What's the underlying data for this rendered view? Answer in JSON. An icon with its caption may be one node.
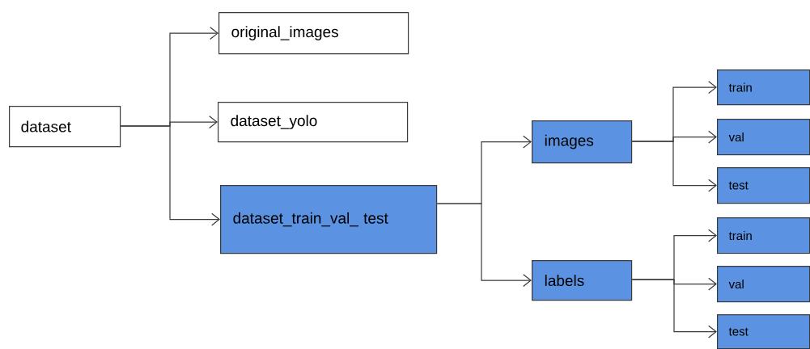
{
  "diagram": {
    "nodes": [
      {
        "text": [
          "dataset"
        ]
      },
      {
        "text": [
          "original_images"
        ]
      },
      {
        "text": [
          "dataset_yolo"
        ]
      },
      {
        "text": [
          "dataset_train_val_ test"
        ]
      },
      {
        "text": [
          "images"
        ]
      },
      {
        "text": [
          "labels"
        ]
      },
      {
        "text": [
          "train"
        ]
      },
      {
        "text": [
          "val"
        ]
      },
      {
        "text": [
          "test"
        ]
      },
      {
        "text": [
          "train"
        ]
      },
      {
        "text": [
          "val"
        ]
      },
      {
        "text": [
          "test"
        ]
      }
    ],
    "edges": [
      {
        "from": 0,
        "to": 1,
        "arrow": "to"
      },
      {
        "from": 0,
        "to": 2,
        "arrow": "to"
      },
      {
        "from": 0,
        "to": 3,
        "arrow": "to"
      },
      {
        "from": 3,
        "to": 4,
        "arrow": "to"
      },
      {
        "from": 3,
        "to": 5,
        "arrow": "to"
      },
      {
        "from": 4,
        "to": 6,
        "arrow": "to"
      },
      {
        "from": 4,
        "to": 7,
        "arrow": "to"
      },
      {
        "from": 4,
        "to": 8,
        "arrow": "to"
      },
      {
        "from": 5,
        "to": 9,
        "arrow": "to"
      },
      {
        "from": 5,
        "to": 10,
        "arrow": "to"
      },
      {
        "from": 5,
        "to": 11,
        "arrow": "to"
      }
    ]
  }
}
